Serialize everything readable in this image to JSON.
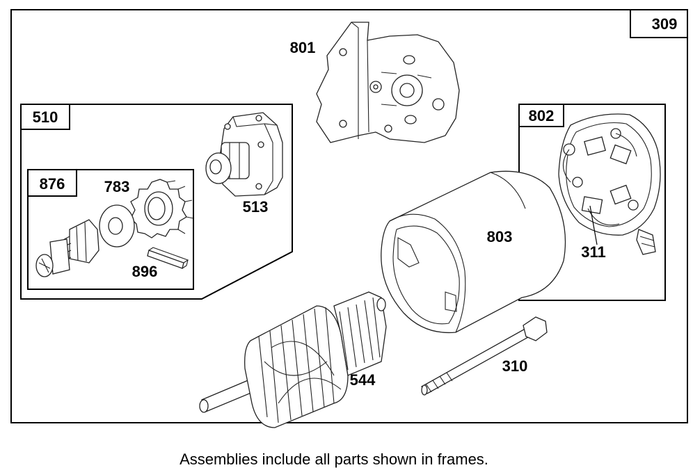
{
  "diagram": {
    "caption": "Assemblies include all parts shown in frames.",
    "frames": {
      "outer": "309",
      "starter_drive": "510",
      "drive_sub": "876",
      "brush_end": "802"
    },
    "parts": {
      "bracket": "801",
      "drive_housing": "513",
      "pinion_gear": "783",
      "key": "896",
      "frame_housing": "803",
      "brush_holder": "311",
      "armature": "544",
      "thru_bolt": "310"
    }
  }
}
